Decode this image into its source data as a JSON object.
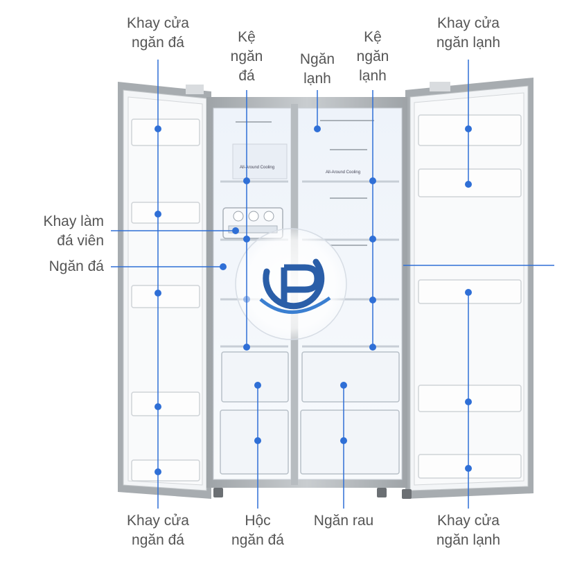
{
  "colors": {
    "pointer": "#2f6fd6",
    "label_text": "#555555",
    "fridge_body": "#b8bcbf",
    "interior": "#f4f7fb",
    "logo_blue": "#2a5ea8"
  },
  "labels": {
    "freezer_door_tray_top": [
      "Khay cửa",
      "ngăn đá"
    ],
    "freezer_shelf": [
      "Kệ",
      "ngăn",
      "đá"
    ],
    "fridge_compartment": [
      "Ngăn",
      "lạnh"
    ],
    "fridge_shelf": [
      "Kệ",
      "ngăn",
      "lạnh"
    ],
    "fridge_door_tray_top": [
      "Khay cửa",
      "ngăn lạnh"
    ],
    "ice_maker_tray": [
      "Khay làm",
      "đá viên"
    ],
    "freezer_compartment": "Ngăn đá",
    "freezer_door_tray_bottom": [
      "Khay cửa",
      "ngăn đá"
    ],
    "freezer_drawer": [
      "Hộc",
      "ngăn đá"
    ],
    "vegetable_drawer": "Ngăn rau",
    "fridge_door_tray_bottom": [
      "Khay cửa",
      "ngăn lạnh"
    ]
  },
  "shelf_badges": {
    "freezer": "All-Around Cooling",
    "fridge": "All-Around Cooling"
  },
  "watermark": {
    "icon": "gp-logo-icon"
  }
}
